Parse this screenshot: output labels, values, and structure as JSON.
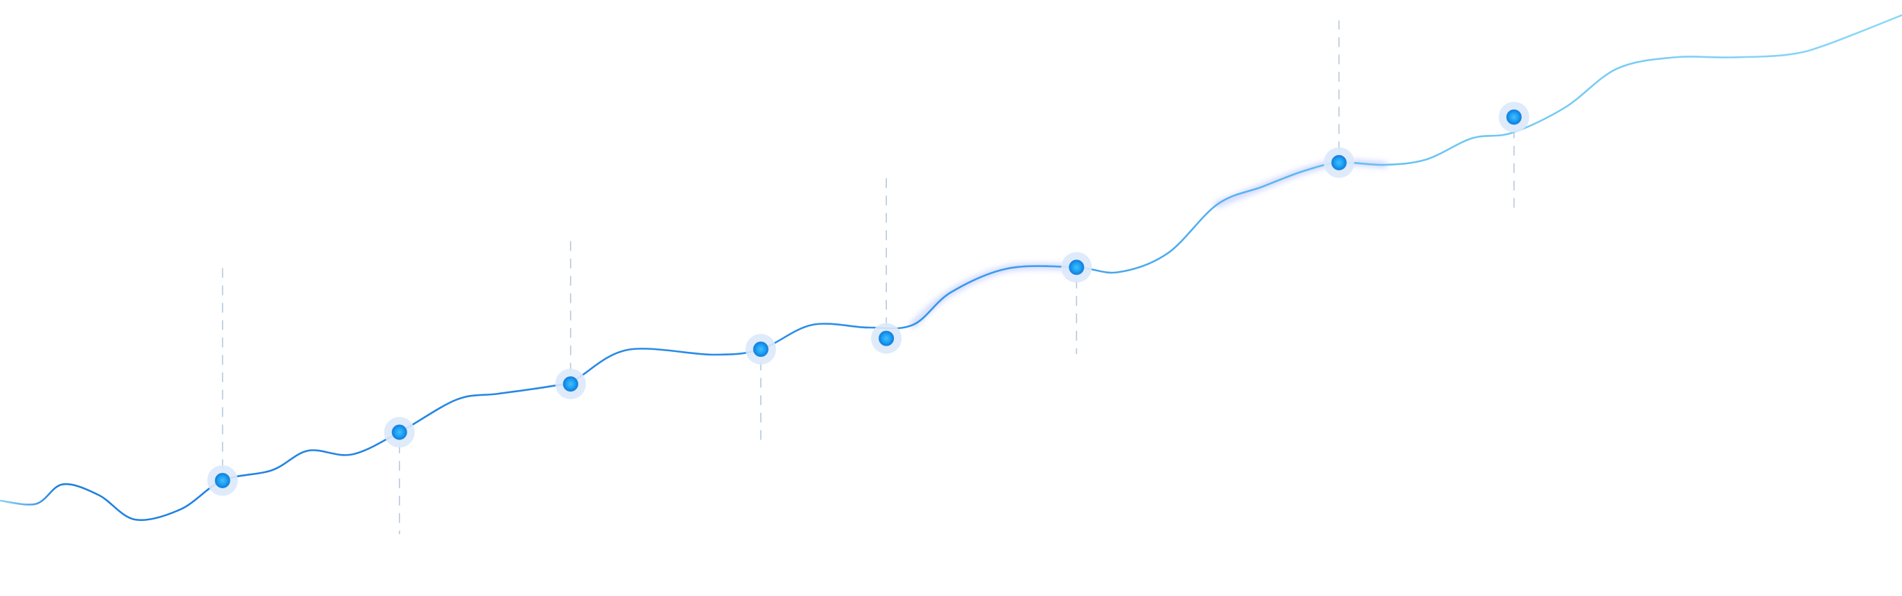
{
  "chart_data": {
    "type": "line",
    "title": "",
    "xlabel": "",
    "ylabel": "",
    "grid": false,
    "legend": "none",
    "xlim": [
      0,
      100
    ],
    "ylim": [
      0,
      100
    ],
    "curve_points": [
      [
        0,
        9
      ],
      [
        1.9,
        8.4
      ],
      [
        3.3,
        12
      ],
      [
        5.2,
        10
      ],
      [
        7.1,
        5.5
      ],
      [
        9.5,
        7.4
      ],
      [
        11.7,
        12.7
      ],
      [
        14.3,
        14.6
      ],
      [
        16.2,
        18.2
      ],
      [
        18.5,
        17.5
      ],
      [
        21.0,
        21.6
      ],
      [
        24.0,
        27.6
      ],
      [
        26.2,
        28.7
      ],
      [
        29.0,
        30.1
      ],
      [
        30.2,
        31.2
      ],
      [
        33.0,
        36.8
      ],
      [
        37.5,
        35.9
      ],
      [
        40.0,
        36.9
      ],
      [
        42.7,
        41.4
      ],
      [
        45.7,
        40.9
      ],
      [
        48.0,
        41.4
      ],
      [
        50.0,
        47.4
      ],
      [
        53.0,
        51.8
      ],
      [
        56.6,
        52.0
      ],
      [
        58.8,
        51.1
      ],
      [
        61.4,
        54.6
      ],
      [
        64.0,
        63.6
      ],
      [
        66.4,
        66.9
      ],
      [
        68.5,
        69.7
      ],
      [
        70.4,
        71.3
      ],
      [
        72.8,
        70.9
      ],
      [
        75.0,
        71.9
      ],
      [
        77.4,
        75.8
      ],
      [
        79.5,
        76.8
      ],
      [
        82.3,
        81.5
      ],
      [
        85.0,
        88.6
      ],
      [
        88.0,
        90.7
      ],
      [
        91.0,
        90.7
      ],
      [
        94.0,
        91.2
      ],
      [
        96.0,
        93.0
      ],
      [
        100,
        98.5
      ]
    ],
    "markers": [
      {
        "x": 11.7,
        "y": 12.7,
        "leader_from": 14.8,
        "leader_to": 52.8
      },
      {
        "x": 21.0,
        "y": 21.6,
        "leader_from": 19.5,
        "leader_to": 2.8
      },
      {
        "x": 30.0,
        "y": 30.5,
        "leader_from": 32.6,
        "leader_to": 57.0
      },
      {
        "x": 40.0,
        "y": 36.9,
        "leader_from": 34.8,
        "leader_to": 20.0
      },
      {
        "x": 46.6,
        "y": 38.9,
        "leader_from": 41.0,
        "leader_to": 68.5
      },
      {
        "x": 56.6,
        "y": 52.0,
        "leader_from": 49.9,
        "leader_to": 36.0
      },
      {
        "x": 70.4,
        "y": 71.3,
        "leader_from": 73.4,
        "leader_to": 97.5
      },
      {
        "x": 79.6,
        "y": 79.7,
        "leader_from": 77.6,
        "leader_to": 63.0
      }
    ],
    "glow_ranges": [
      [
        48.2,
        56.0
      ],
      [
        64.5,
        72.5
      ]
    ],
    "colors": {
      "line_start": "#1e7fe0",
      "line_end": "#8ed8f8",
      "marker_fill": "#1a9bf0",
      "marker_core": "#2fb2ff",
      "marker_halo": "#dce9fb",
      "leader": "#b7c6dc",
      "glow": "#a9b7ff"
    }
  }
}
